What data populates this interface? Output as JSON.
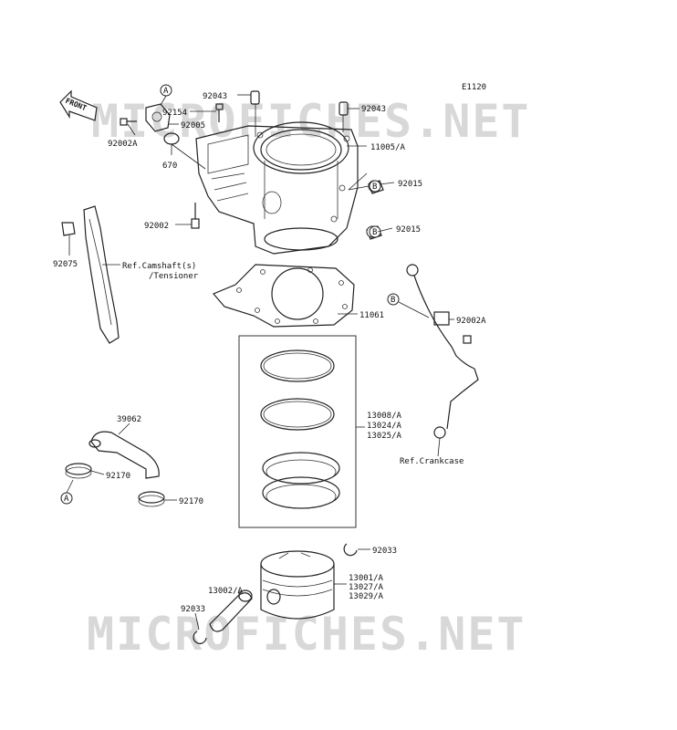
{
  "diagram_code": "E1120",
  "front_label": "FRONT",
  "watermark_text": "MICROFICHES.NET",
  "markers": [
    "A",
    "B"
  ],
  "parts": {
    "p92043_left": "92043",
    "p92043_right": "92043",
    "p92154": "92154",
    "p92005": "92005",
    "p92002A_left": "92002A",
    "p670": "670",
    "p11005A": "11005/A",
    "p92015_top": "92015",
    "p92015_bot": "92015",
    "p92002": "92002",
    "p92075": "92075",
    "ref_camshaft_1": "Ref.Camshaft(s)",
    "ref_camshaft_2": "/Tensioner",
    "p11061": "11061",
    "p92002A_right": "92002A",
    "p13008": "13008/A",
    "p13024": "13024/A",
    "p13025": "13025/A",
    "ref_crankcase": "Ref.Crankcase",
    "p39062": "39062",
    "p92170_top": "92170",
    "p92170_bot": "92170",
    "p92033_right": "92033",
    "p13001": "13001/A",
    "p13027": "13027/A",
    "p13029": "13029/A",
    "p13002": "13002/A",
    "p92033_left": "92033"
  }
}
